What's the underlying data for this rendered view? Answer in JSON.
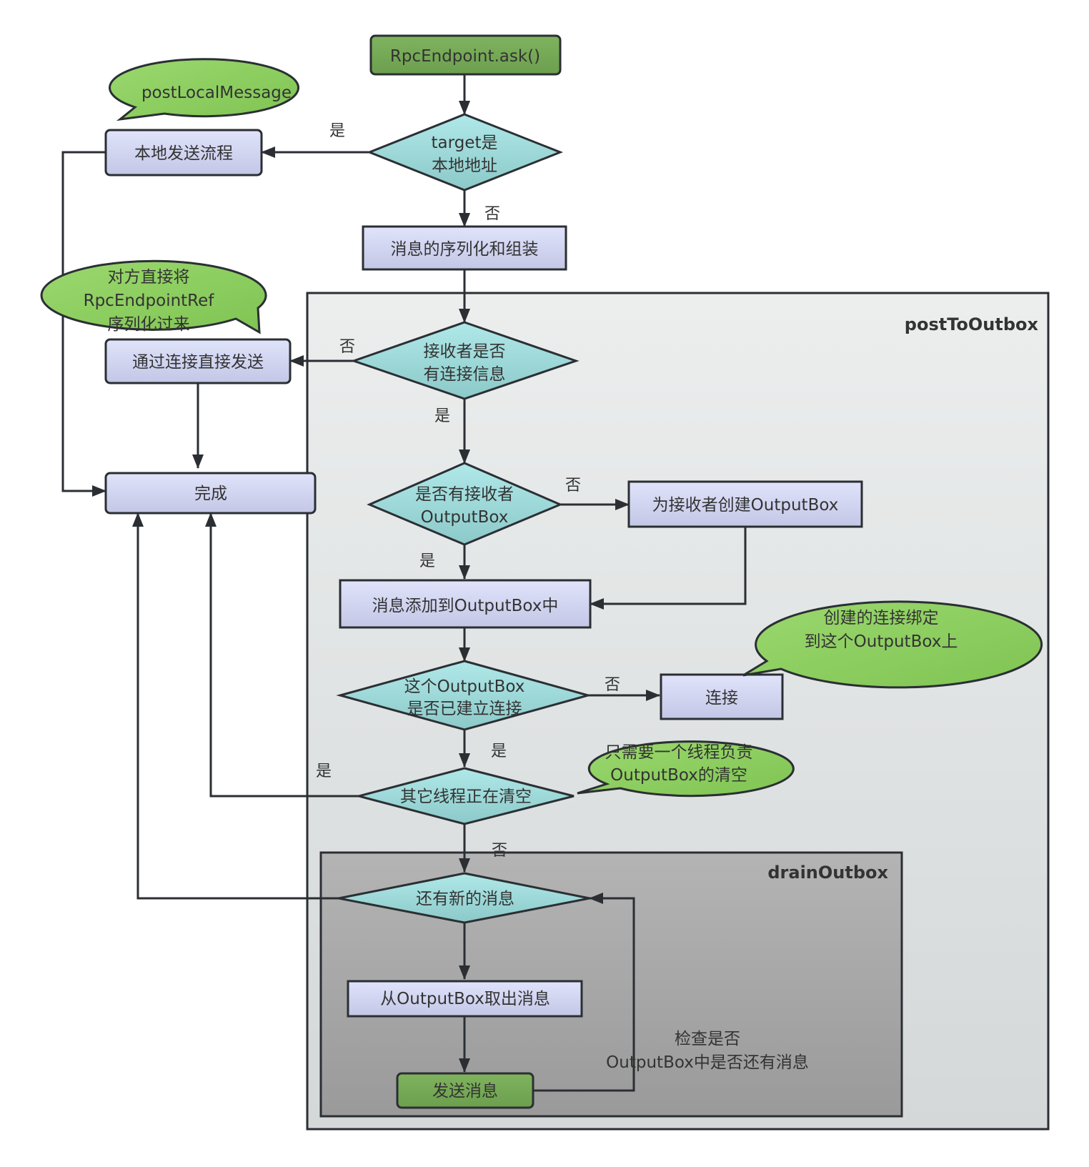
{
  "colors": {
    "start_fill": "#7aad5a",
    "process_fill": "#d5d9f2",
    "decision_fill": "#a3dcdc",
    "callout_fill": "#8fcf62",
    "outer_group_fill": "#e6eaea",
    "inner_group_fill": "#a6a6a6",
    "stroke": "#2b2f33"
  },
  "groups": {
    "post_to_outbox": "postToOutbox",
    "drain_outbox": "drainOutbox"
  },
  "nodes": {
    "start": "RpcEndpoint.ask()",
    "is_local_1": "target是",
    "is_local_2": "本地地址",
    "local_send": "本地发送流程",
    "serialize": "消息的序列化和组装",
    "has_conn_1": "接收者是否",
    "has_conn_2": "有连接信息",
    "direct_send": "通过连接直接发送",
    "done": "完成",
    "has_outbox_1": "是否有接收者",
    "has_outbox_2": "OutputBox",
    "create_outbox": "为接收者创建OutputBox",
    "add_to_outbox": "消息添加到OutputBox中",
    "connected_1": "这个OutputBox",
    "connected_2": "是否已建立连接",
    "connect": "连接",
    "other_draining": "其它线程正在清空",
    "has_new_msg": "还有新的消息",
    "take_msg": "从OutputBox取出消息",
    "send_msg": "发送消息"
  },
  "callouts": {
    "post_local": "postLocalMessage",
    "ref_serialized_1": "对方直接将",
    "ref_serialized_2": "RpcEndpointRef",
    "ref_serialized_3": "序列化过来",
    "conn_bind_1": "创建的连接绑定",
    "conn_bind_2": "到这个OutputBox上",
    "one_thread_1": "只需要一个线程负责",
    "one_thread_2": "OutputBox的清空"
  },
  "annotations": {
    "check_more_1": "检查是否",
    "check_more_2": "OutputBox中是否还有消息"
  },
  "edge_labels": {
    "local_yes": "是",
    "local_no": "否",
    "conn_no": "否",
    "conn_yes": "是",
    "outbox_no": "否",
    "outbox_yes": "是",
    "connected_no": "否",
    "connected_yes": "是",
    "draining_yes": "是",
    "draining_no": "否"
  }
}
